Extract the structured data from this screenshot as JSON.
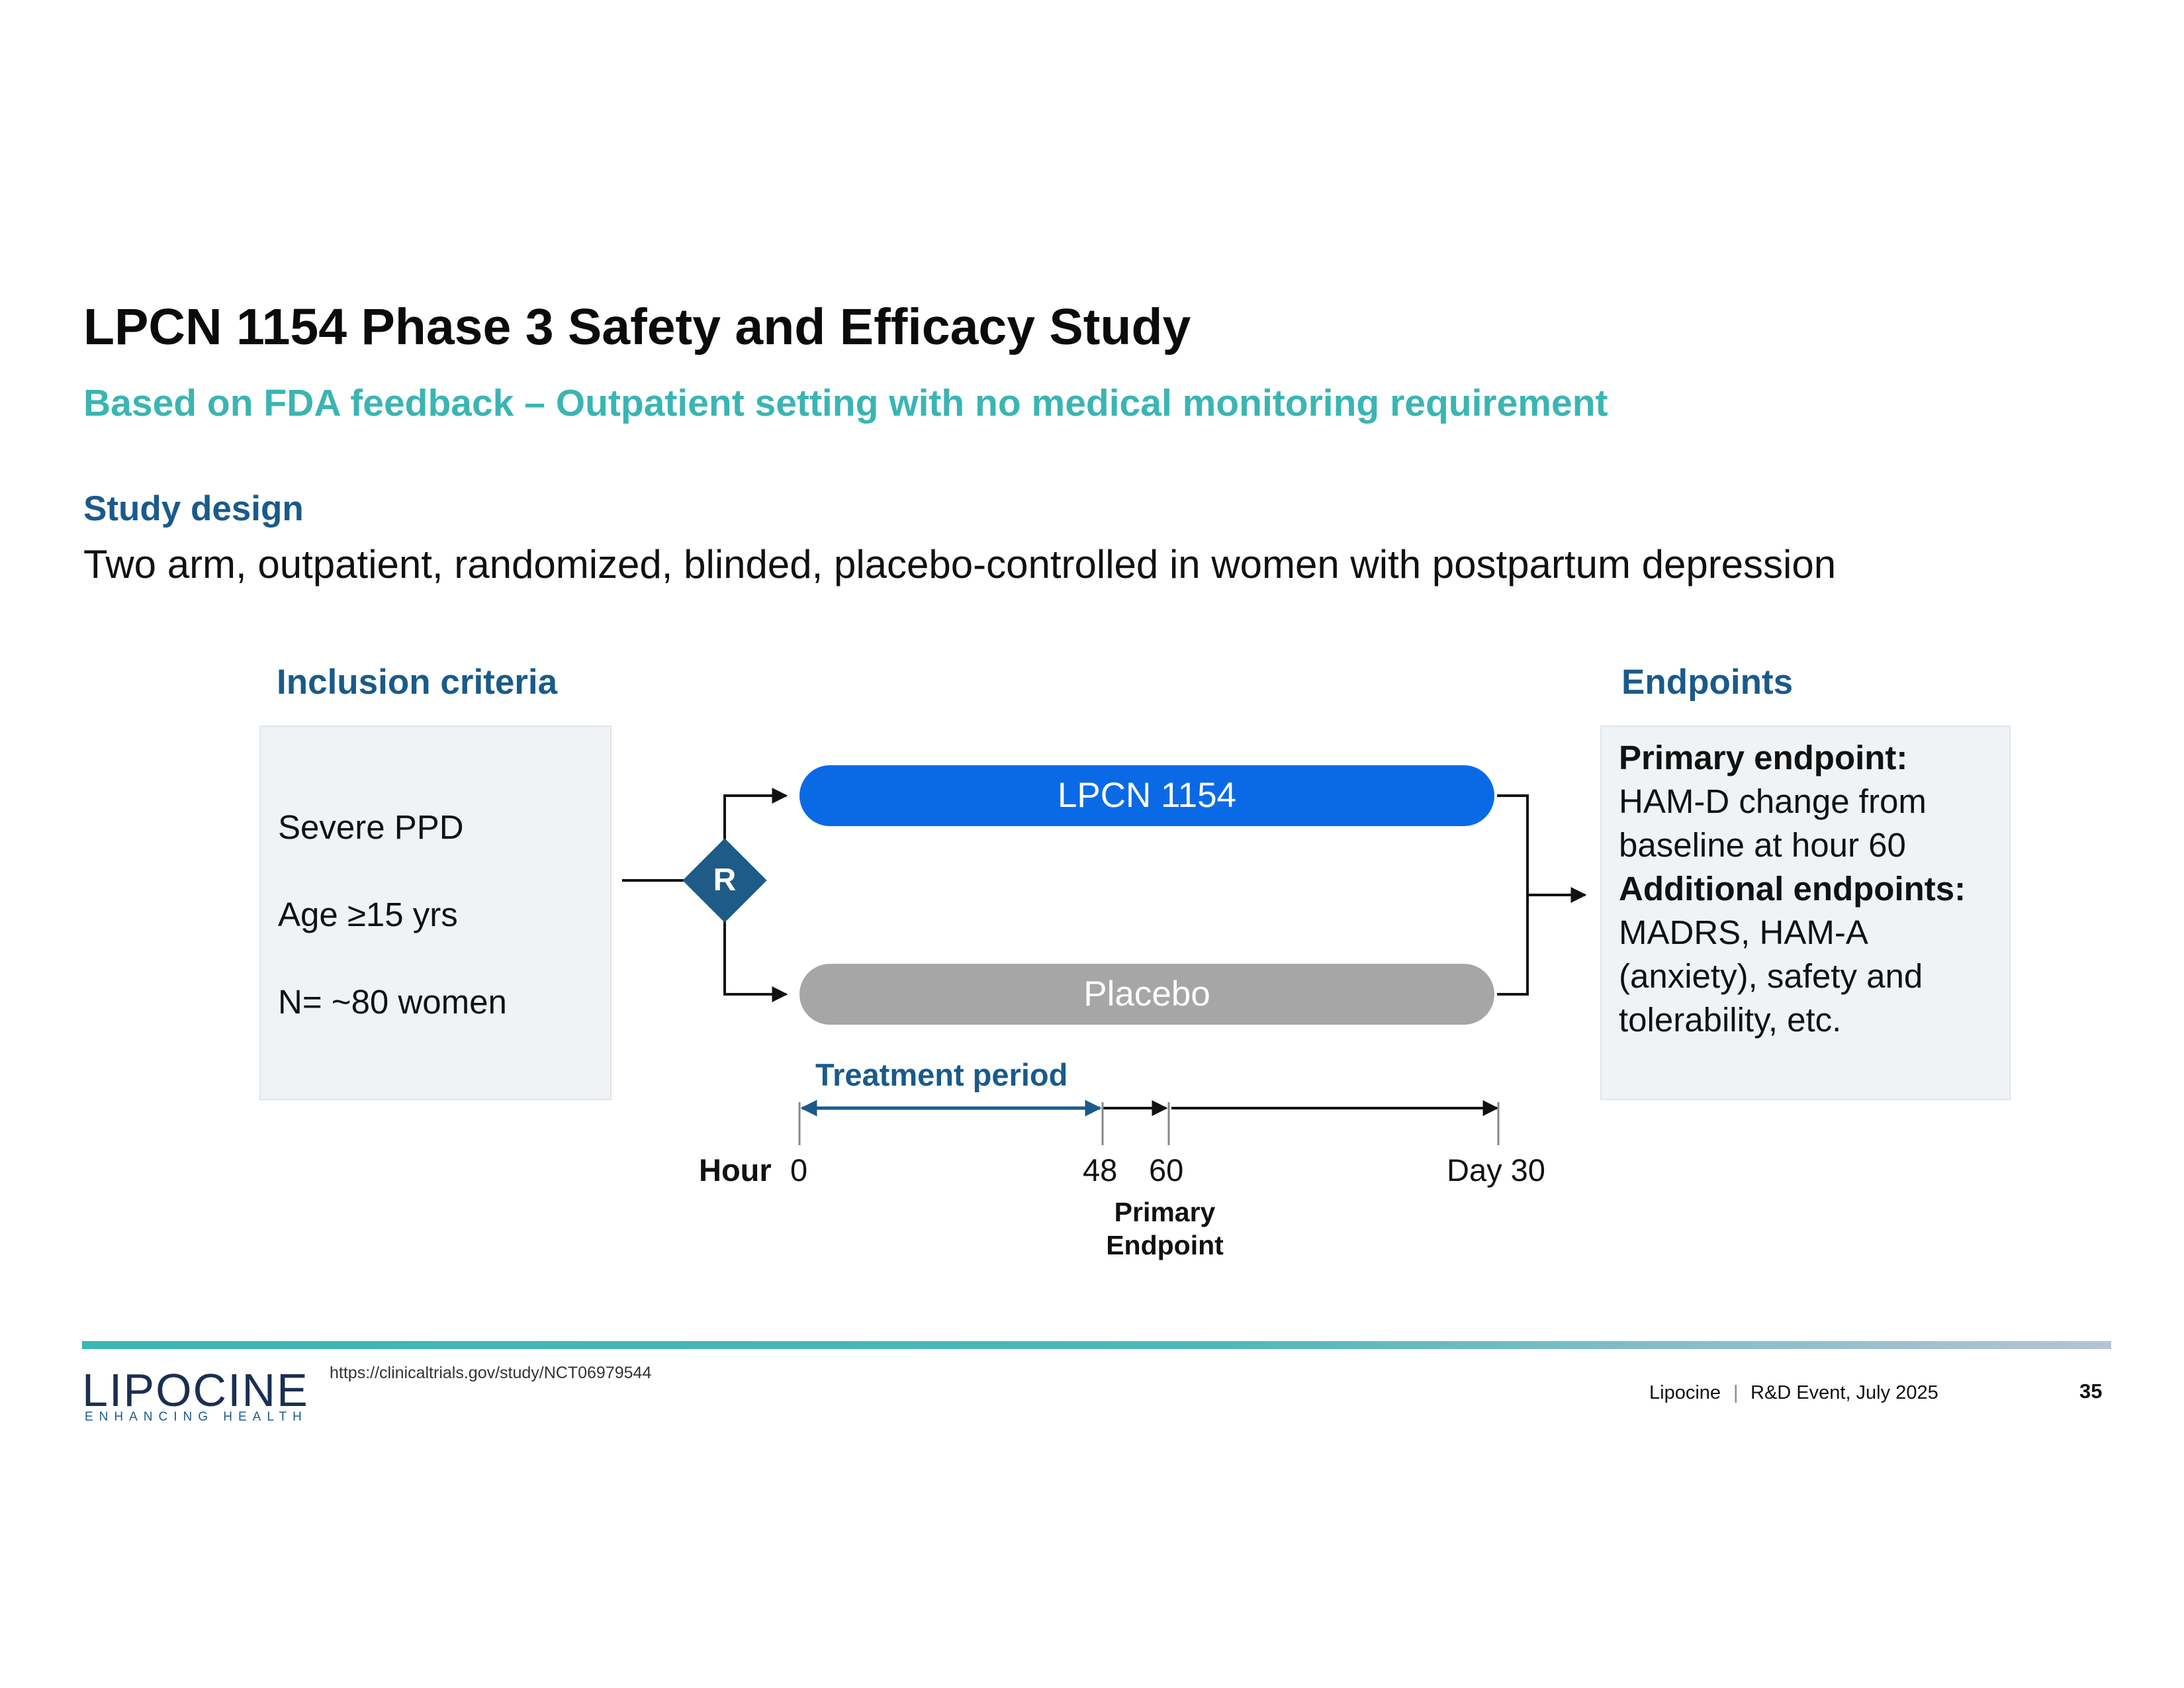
{
  "title": "LPCN 1154 Phase 3 Safety and Efficacy Study",
  "subtitle": "Based on FDA feedback – Outpatient setting with no medical monitoring requirement",
  "study_design": {
    "label": "Study design",
    "text": "Two arm, outpatient, randomized, blinded, placebo-controlled in women with postpartum depression"
  },
  "inclusion": {
    "heading": "Inclusion criteria",
    "items": [
      "Severe PPD",
      "Age ≥15 yrs",
      "N= ~80 women"
    ]
  },
  "randomization": {
    "label": "R"
  },
  "arms": [
    "LPCN 1154",
    "Placebo"
  ],
  "endpoints": {
    "heading": "Endpoints",
    "primary_heading": "Primary endpoint:",
    "primary_text": "HAM-D change from baseline at hour 60",
    "additional_heading": "Additional endpoints:",
    "additional_text": "MADRS, HAM-A (anxiety), safety and tolerability, etc."
  },
  "timeline": {
    "treatment_label": "Treatment period",
    "unit_label": "Hour",
    "ticks": [
      "0",
      "48",
      "60",
      "Day 30"
    ],
    "primary_endpoint_label": "Primary Endpoint"
  },
  "footer": {
    "logo": "LIPOCINE",
    "logo_tagline": "ENHANCING HEALTH",
    "url": "https://clinicaltrials.gov/study/NCT06979544",
    "company": "Lipocine",
    "separator": "|",
    "event": "R&D Event, July 2025",
    "page_number": "35"
  },
  "colors": {
    "title": "#0b0b0b",
    "subtitle": "#3ab5b3",
    "section": "#1a5a8a",
    "active_arm": "#0a6ae6",
    "placebo_arm": "#a6a6a6",
    "box_fill": "#eff3f6"
  }
}
